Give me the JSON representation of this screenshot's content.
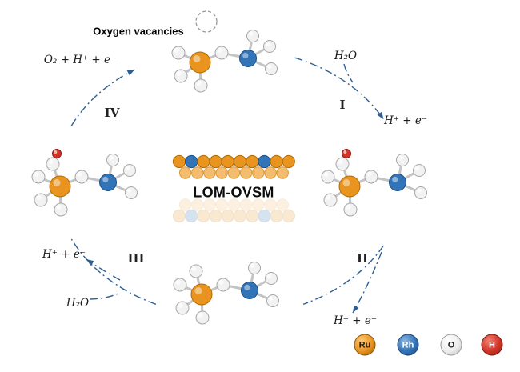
{
  "figure": {
    "center_label": "LOM-OVSM",
    "oxygen_vacancies_label": "Oxygen vacancies"
  },
  "steps": {
    "i": "I",
    "ii": "II",
    "iii": "III",
    "iv": "IV"
  },
  "reactions": {
    "o2_release": "O₂ + H⁺ + e⁻",
    "water_in_top": "H₂O",
    "proton_out_right": "H⁺ + e⁻",
    "proton_out_bottom": "H⁺ + e⁻",
    "proton_out_left": "H⁺ + e⁻",
    "water_in_bottom": "H₂O"
  },
  "legend": {
    "items": [
      {
        "label": "Ru",
        "color": "#e8941f"
      },
      {
        "label": "Rh",
        "color": "#3274b8"
      },
      {
        "label": "O",
        "color": "#f2f2f2"
      },
      {
        "label": "H",
        "color": "#d23527"
      }
    ]
  },
  "colors": {
    "cycle_arrow": "#2e5f94",
    "ruthenium": "#e8941f",
    "rhodium": "#3274b8",
    "oxygen": "#f2f2f2",
    "hydrogen": "#d23527"
  }
}
